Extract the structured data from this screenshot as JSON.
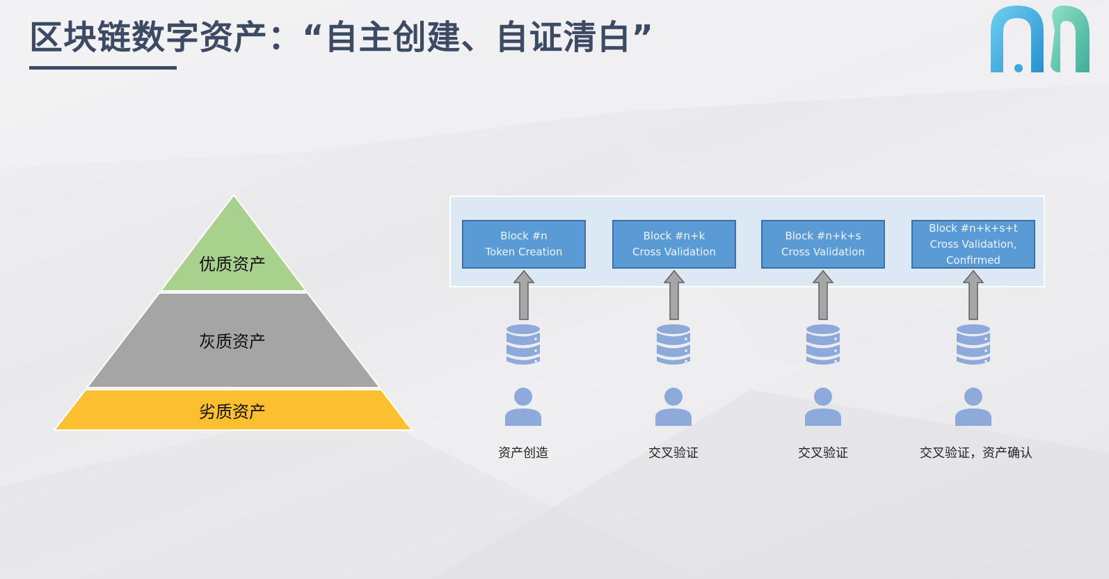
{
  "slide": {
    "title": "区块链数字资产：“自主创建、自证清白”",
    "logo": "nm-logo-icon"
  },
  "pyramid": {
    "tiers": [
      {
        "label": "优质资产",
        "color": "#a9d18e"
      },
      {
        "label": "灰质资产",
        "color": "#a5a5a5"
      },
      {
        "label": "劣质资产",
        "color": "#fbbf2f"
      }
    ]
  },
  "chain": {
    "panel_color": "#dce8f3",
    "block_color": "#5b9bd5",
    "icon_color": "#8eaadb",
    "arrow_color": "#a6a6a6",
    "nodes": [
      {
        "block_line1": "Block #n",
        "block_line2": "Token Creation",
        "block_line3": "",
        "label": "资产创造"
      },
      {
        "block_line1": "Block #n+k",
        "block_line2": "Cross Validation",
        "block_line3": "",
        "label": "交叉验证"
      },
      {
        "block_line1": "Block #n+k+s",
        "block_line2": "Cross Validation",
        "block_line3": "",
        "label": "交叉验证"
      },
      {
        "block_line1": "Block #n+k+s+t",
        "block_line2": "Cross Validation,",
        "block_line3": "Confirmed",
        "label": "交叉验证，资产确认"
      }
    ]
  }
}
